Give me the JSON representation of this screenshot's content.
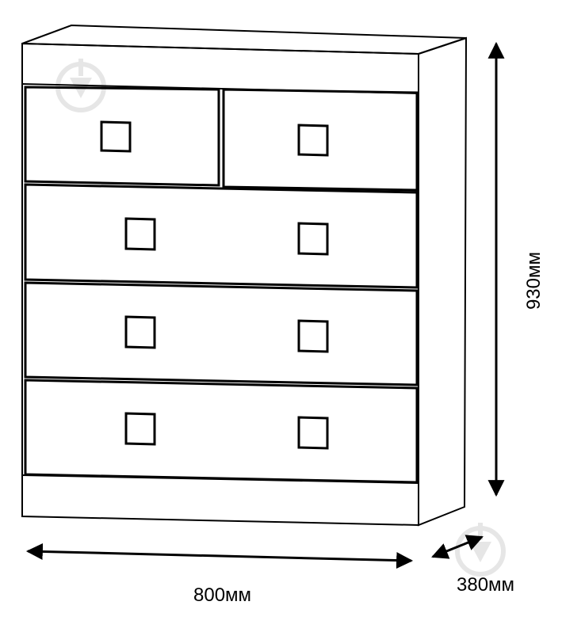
{
  "dimensions": {
    "width": "800мм",
    "depth": "380мм",
    "height": "930мм"
  },
  "colors": {
    "line": "#000000",
    "watermark": "#d9d9d9"
  },
  "icons": [
    "double-arrow-icon",
    "watermark-logo-icon"
  ]
}
